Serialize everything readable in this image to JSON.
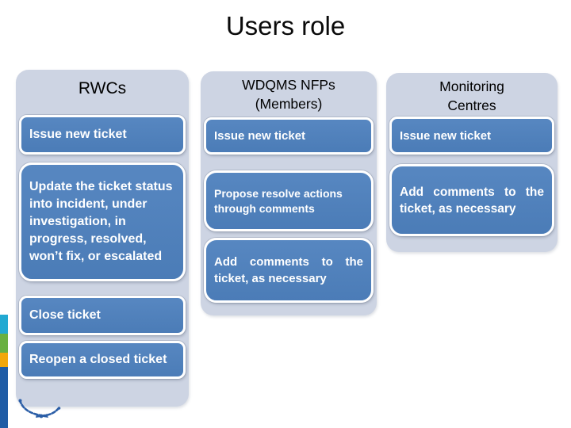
{
  "slide_title": "Users role",
  "columns": [
    {
      "header": "RWCs",
      "items": [
        "Issue new ticket",
        "Update the ticket status into incident, under investigation, in progress, resolved, won’t fix, or escalated",
        "Close ticket",
        "Reopen a closed ticket"
      ]
    },
    {
      "header": "WDQMS NFPs\n(Members)",
      "items": [
        "Issue new ticket",
        "Propose resolve actions through comments",
        "Add comments to the ticket, as necessary"
      ]
    },
    {
      "header": "Monitoring\nCentres",
      "items": [
        "Issue new ticket",
        "Add comments to the ticket, as necessary"
      ]
    }
  ],
  "colors": {
    "box_fill": "#4f81bd",
    "box_border": "#ffffff",
    "panel_fill": "#cdd4e3",
    "title_text": "#000000",
    "box_text": "#ffffff",
    "stripe": [
      "#22a9d2",
      "#69b041",
      "#f2a70b",
      "#1f5ca5"
    ],
    "logo_blue": "#2b5ea7"
  },
  "icons": {
    "logo": "wmo-laurel-logo"
  }
}
